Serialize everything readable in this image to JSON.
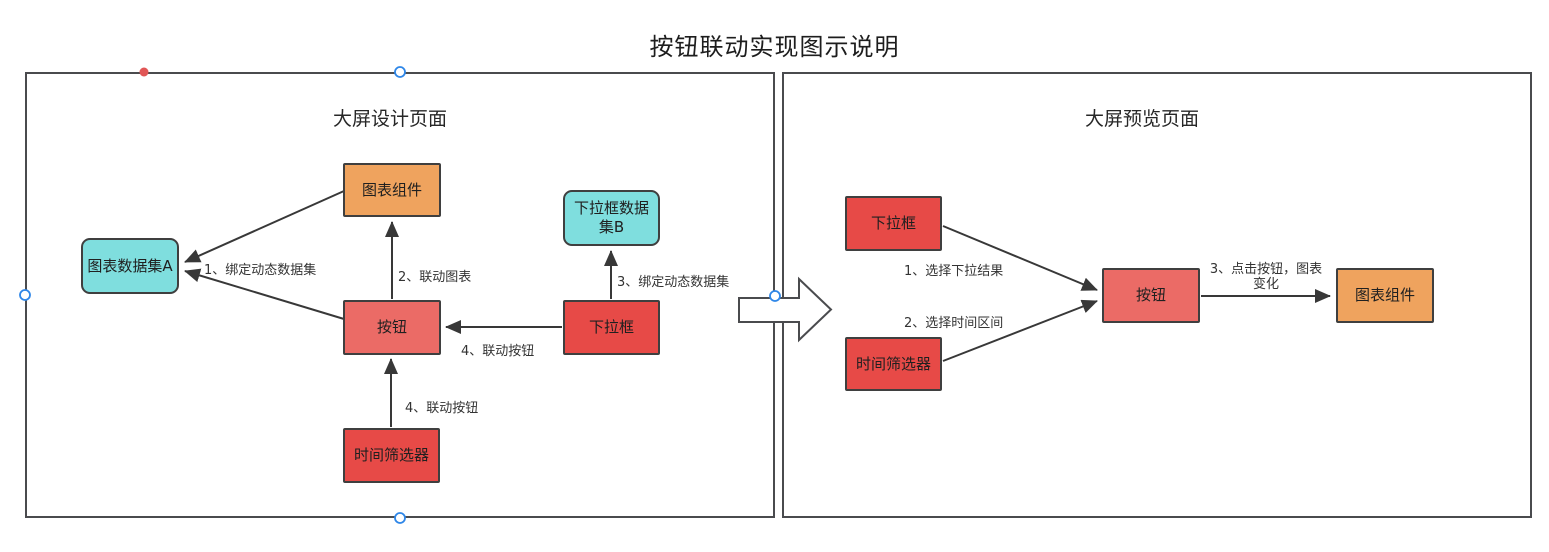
{
  "page": {
    "title": "按钮联动实现图示说明"
  },
  "palette": {
    "panel_border": "#4a4b4e",
    "node_border": "#3f3f3f",
    "arrow": "#383838",
    "orange": "#EFA35E",
    "cyan": "#7FDEDE",
    "salmon": "#EB6B66",
    "red": "#E74A47",
    "handle_blue": "#2F87E8",
    "handle_red": "#E15656"
  },
  "design_panel": {
    "title": "大屏设计页面",
    "nodes": {
      "chart_component": "图表组件",
      "chart_dataset_a": "图表数据集A",
      "dropdown_dataset_b": "下拉框数据集B",
      "button": "按钮",
      "dropdown": "下拉框",
      "time_filter": "时间筛选器"
    },
    "edge_labels": {
      "bind_dynamic_dataset": "1、绑定动态数据集",
      "link_chart": "2、联动图表",
      "bind_dynamic_dataset_b": "3、绑定动态数据集",
      "link_button_from_dropdown": "4、联动按钮",
      "link_button_from_time_filter": "4、联动按钮"
    }
  },
  "preview_panel": {
    "title": "大屏预览页面",
    "nodes": {
      "dropdown": "下拉框",
      "time_filter": "时间筛选器",
      "button": "按钮",
      "chart_component": "图表组件"
    },
    "edge_labels": {
      "select_dropdown_result": "1、选择下拉结果",
      "select_time_range": "2、选择时间区间",
      "click_button_chart_change": "3、点击按钮，图表变化"
    }
  }
}
